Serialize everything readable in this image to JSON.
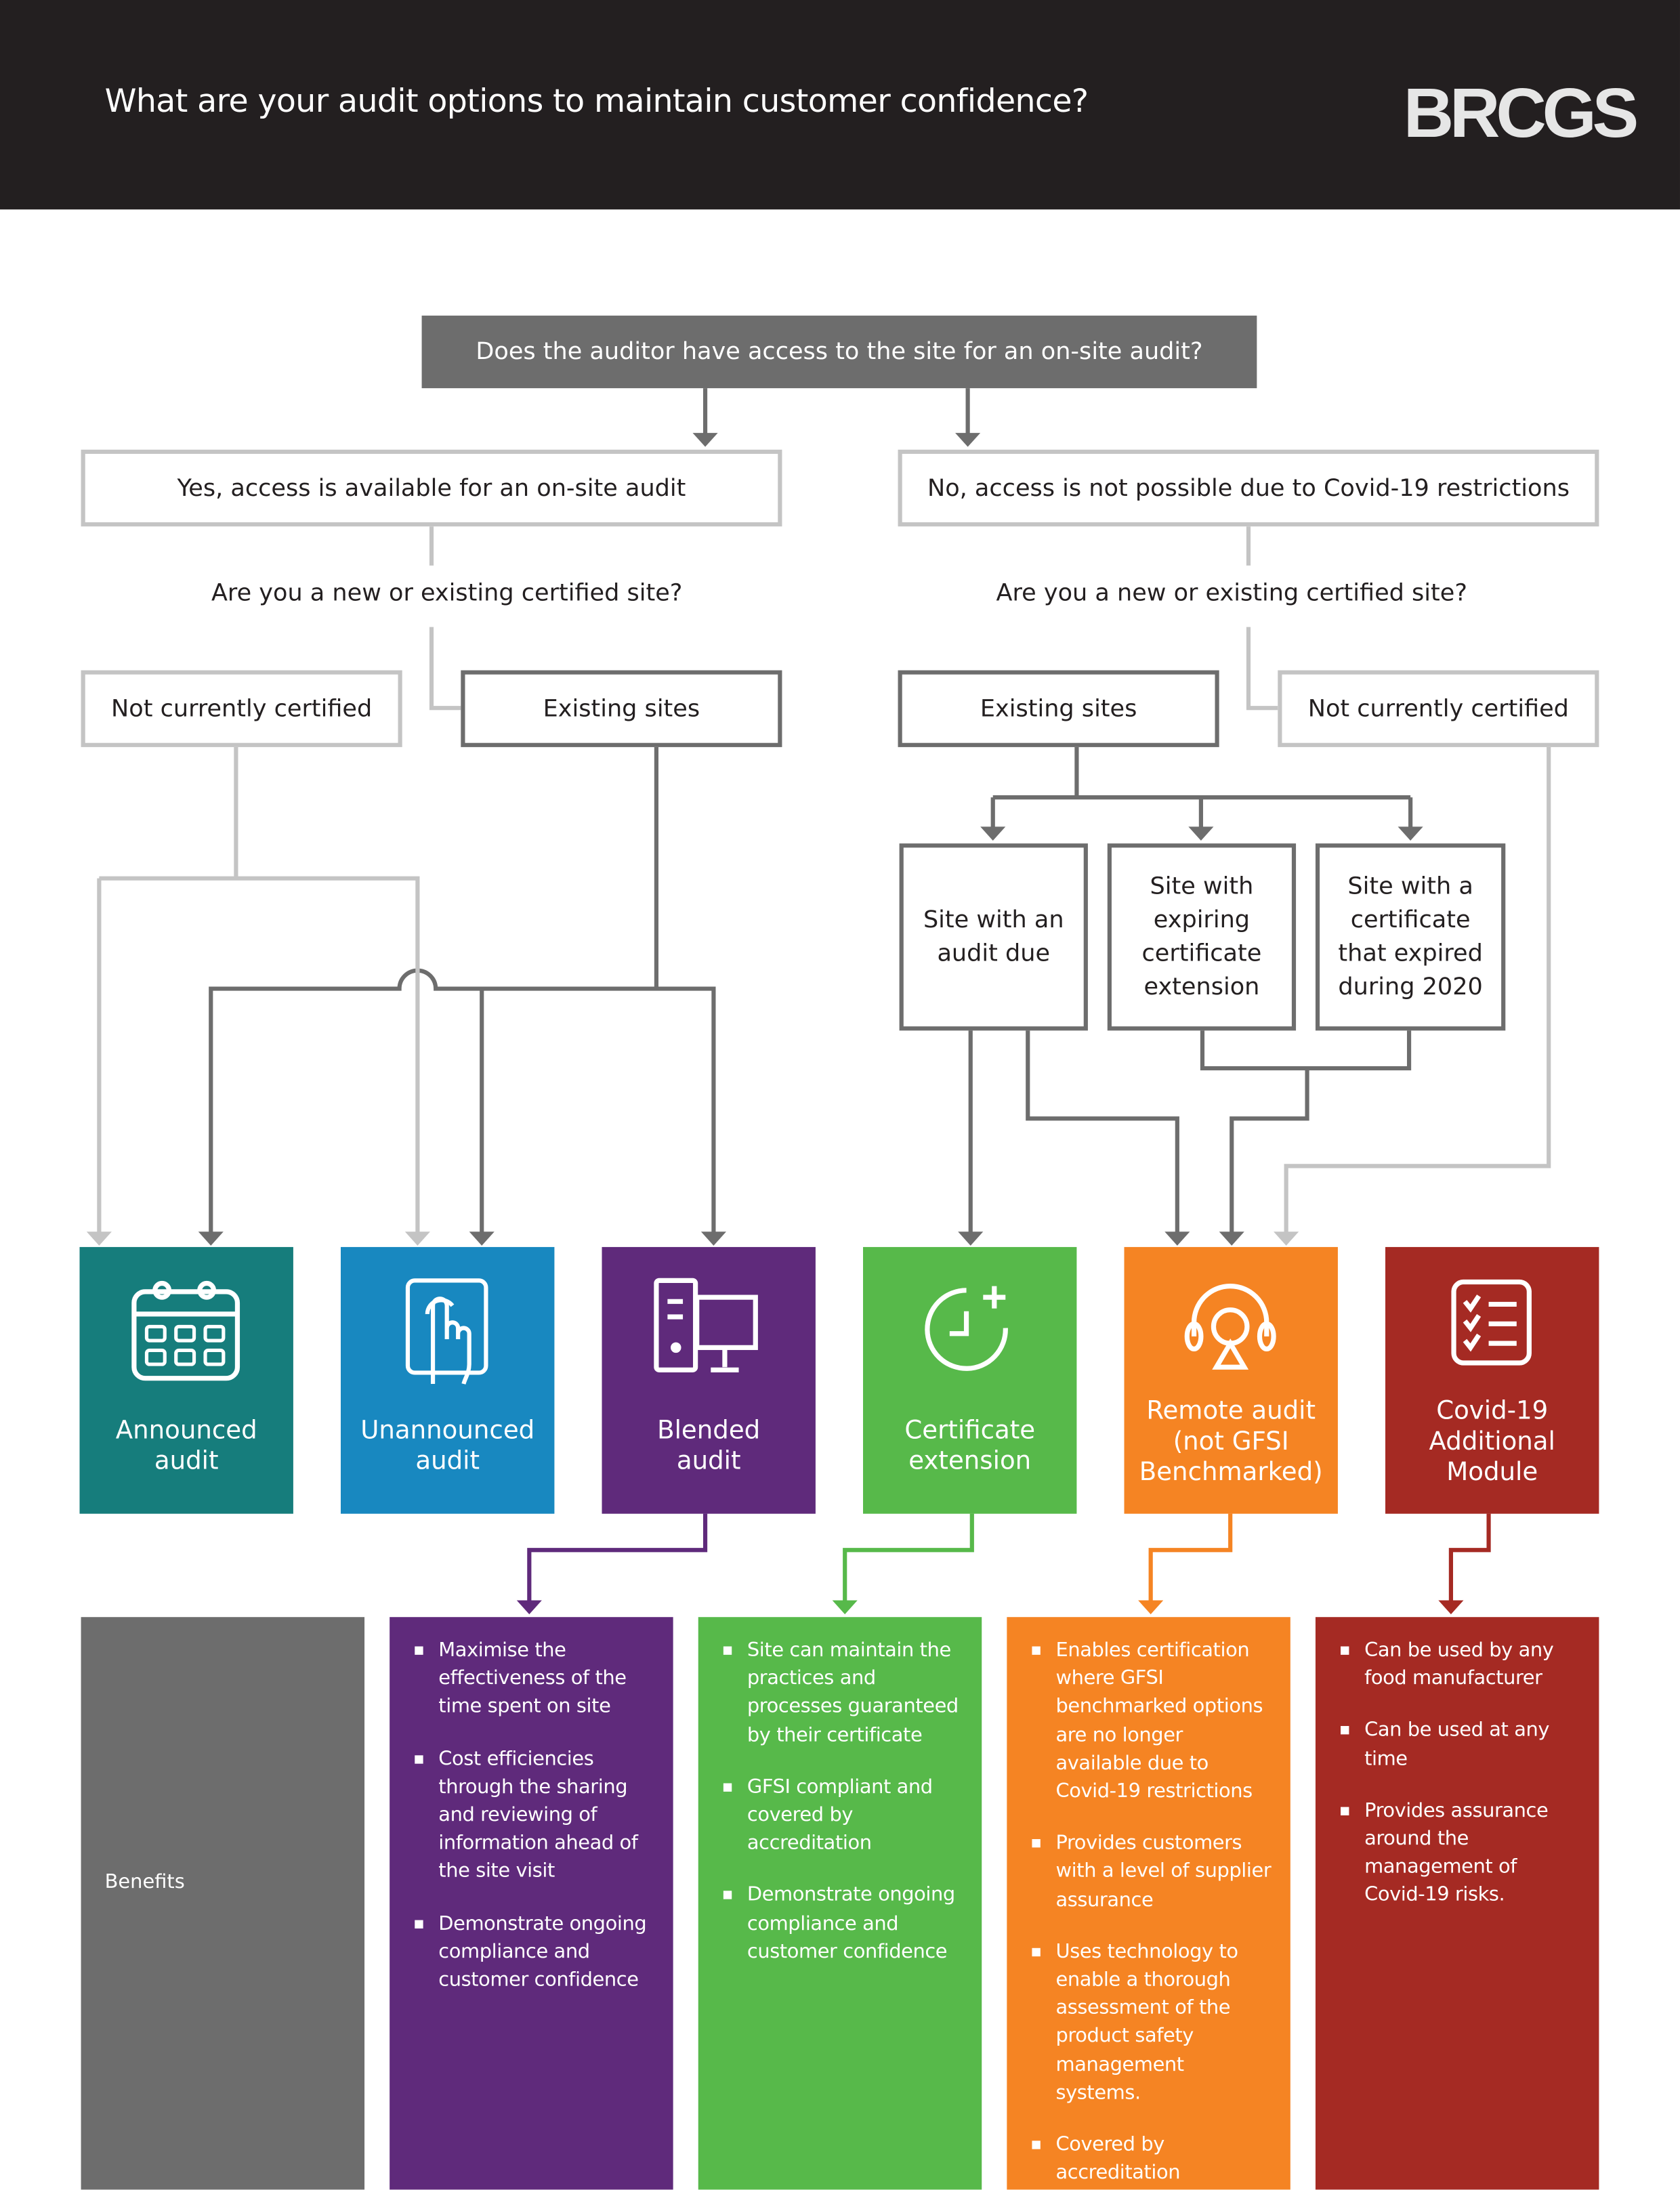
{
  "header": {
    "title": "What are your audit options to maintain customer confidence?",
    "logo": "BRCGS"
  },
  "question": "Does the auditor have access to the site for an on-site audit?",
  "yes": {
    "label": "Yes, access is available for an on-site audit",
    "question": "Are you a new or existing certified site?",
    "not_certified": "Not currently certified",
    "existing": "Existing sites"
  },
  "no": {
    "label": "No, access is not possible due to Covid-19 restrictions",
    "question": "Are you a new or existing certified site?",
    "existing": "Existing sites",
    "not_certified": "Not currently certified",
    "sub": [
      "Site with an audit due",
      "Site with expiring certificate extension",
      "Site with a certificate that expired during 2020"
    ]
  },
  "options": [
    {
      "label": "Announced audit",
      "color": "#167d7c",
      "icon": "calendar-icon"
    },
    {
      "label": "Unannounced audit",
      "color": "#1888c0",
      "icon": "touch-tablet-icon"
    },
    {
      "label": "Blended audit",
      "color": "#5f2a7b",
      "icon": "computer-icon"
    },
    {
      "label": "Certificate extension",
      "color": "#57b94a",
      "icon": "clock-plus-icon"
    },
    {
      "label": "Remote audit (not GFSI Benchmarked)",
      "color": "#f58423",
      "icon": "headset-icon"
    },
    {
      "label": "Covid-19 Additional Module",
      "color": "#a52a23",
      "icon": "checklist-icon"
    }
  ],
  "benefits": {
    "label": "Benefits",
    "columns": [
      {
        "color": "#5f2a7b",
        "items": [
          "Maximise the effectiveness of the time spent on site",
          "Cost efficiencies through the sharing and reviewing of information ahead of the site visit",
          "Demonstrate ongoing compliance and customer confidence"
        ]
      },
      {
        "color": "#57b94a",
        "items": [
          "Site can maintain the practices and processes guaranteed by their certificate",
          "GFSI compliant and covered by accreditation",
          "Demonstrate ongoing compliance and customer confidence"
        ]
      },
      {
        "color": "#f58423",
        "items": [
          "Enables certification where GFSI benchmarked options are no longer available due to Covid-19 restrictions",
          "Provides customers with a level of supplier assurance",
          "Uses technology to enable a thorough assessment of the product safety management systems.",
          "Covered by accreditation"
        ]
      },
      {
        "color": "#a52a23",
        "items": [
          "Can be used by any food manufacturer",
          "Can be used at any time",
          "Provides assurance around the management of Covid-19 risks."
        ]
      }
    ]
  }
}
